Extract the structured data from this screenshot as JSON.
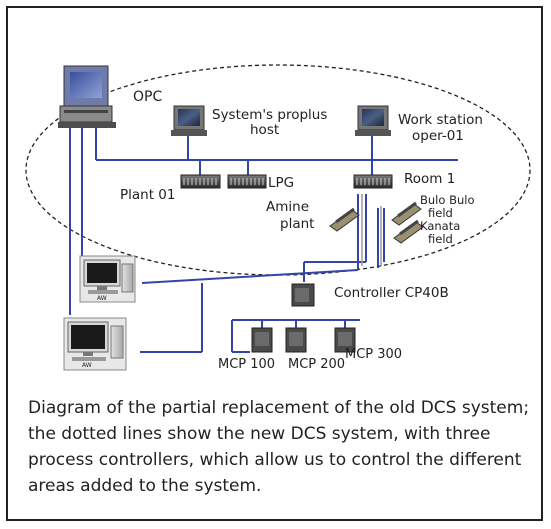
{
  "labels": {
    "opc": "OPC",
    "proplus_line1": "System's proplus",
    "proplus_line2": "host",
    "workstation_line1": "Work station",
    "workstation_line2": "oper-01",
    "plant01": "Plant 01",
    "lpg": "LPG",
    "room1": "Room 1",
    "amine_line1": "Amine",
    "amine_line2": "plant",
    "bulo_line1": "Bulo Bulo",
    "bulo_line2": "field",
    "kanata_line1": "Kanata",
    "kanata_line2": "field",
    "controller": "Controller CP40B",
    "mcp100": "MCP 100",
    "mcp200": "MCP 200",
    "mcp300": "MCP 300",
    "aw1": "AW",
    "aw2": "AW"
  },
  "caption": "Diagram of the partial replacement of the old DCS system; the dotted lines show the new DCS system, with three process controllers, which allow us to control the different areas added to the system.",
  "colors": {
    "network_line": "#3345a8",
    "dotted_boundary": "#222222",
    "frame": "#222222"
  }
}
